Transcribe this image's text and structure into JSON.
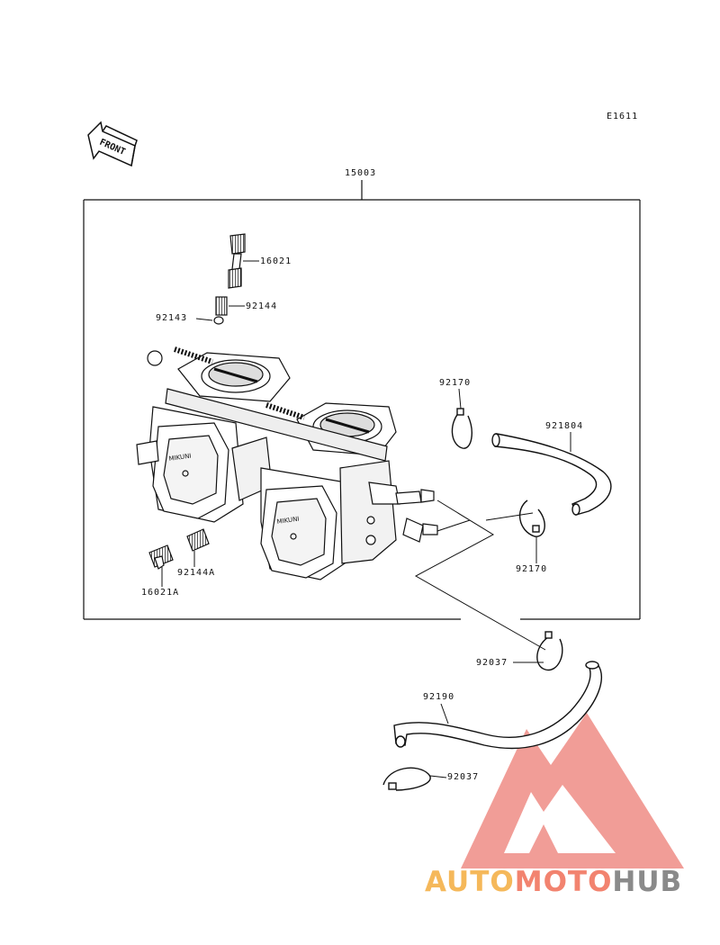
{
  "diagram_id": "E1611",
  "front_label": "FRONT",
  "assembly_number": "15003",
  "parts": [
    {
      "number": "16021"
    },
    {
      "number": "92144"
    },
    {
      "number": "92143"
    },
    {
      "number": "92170"
    },
    {
      "number": "921804"
    },
    {
      "number": "92170"
    },
    {
      "number": "92144A"
    },
    {
      "number": "16021A"
    },
    {
      "number": "92037"
    },
    {
      "number": "92190"
    },
    {
      "number": "92037"
    }
  ],
  "watermark": {
    "text_parts": [
      "AUTO",
      "MOTO",
      "HUB"
    ],
    "colors": [
      "#f5b85a",
      "#f2836f",
      "#8a8a8a"
    ],
    "logo_color": "#ef8d86"
  }
}
